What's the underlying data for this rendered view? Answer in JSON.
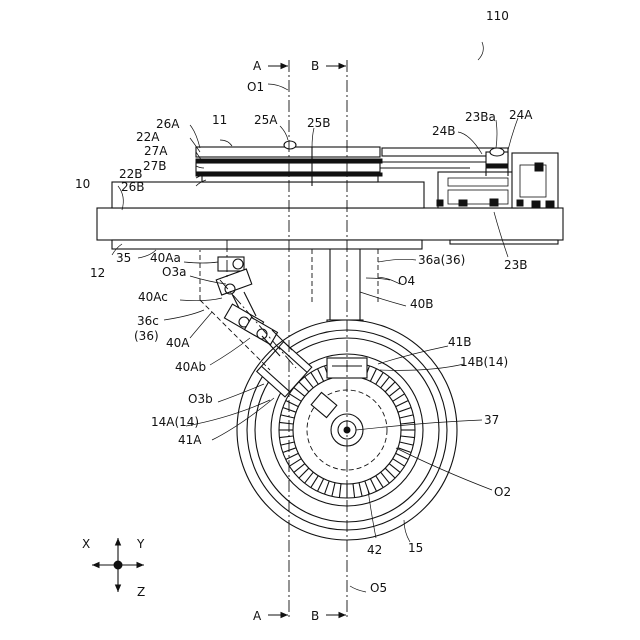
{
  "figure": {
    "ref": "110",
    "labels": {
      "l11": "11",
      "l10": "10",
      "l12": "12",
      "l15": "15",
      "l22A": "22A",
      "l22B": "22B",
      "l23B": "23B",
      "l23Ba": "23Ba",
      "l24A": "24A",
      "l24B": "24B",
      "l25A": "25A",
      "l25B": "25B",
      "l26A": "26A",
      "l26B": "26B",
      "l27A": "27A",
      "l27B": "27B",
      "l35": "35",
      "l36a": "36a(36)",
      "l36c": "36c",
      "l36p": "(36)",
      "l37": "37",
      "l40A": "40A",
      "l40Aa": "40Aa",
      "l40Ab": "40Ab",
      "l40Ac": "40Ac",
      "l40B": "40B",
      "l41A": "41A",
      "l41B": "41B",
      "l42": "42",
      "l14A": "14A(14)",
      "l14B": "14B(14)",
      "lO1": "O1",
      "lO2": "O2",
      "lO3a": "O3a",
      "lO3b": "O3b",
      "lO4": "O4",
      "lO5": "O5"
    },
    "section": {
      "a": "A",
      "b": "B"
    },
    "axes": {
      "x": "X",
      "y": "Y",
      "z": "Z"
    }
  }
}
